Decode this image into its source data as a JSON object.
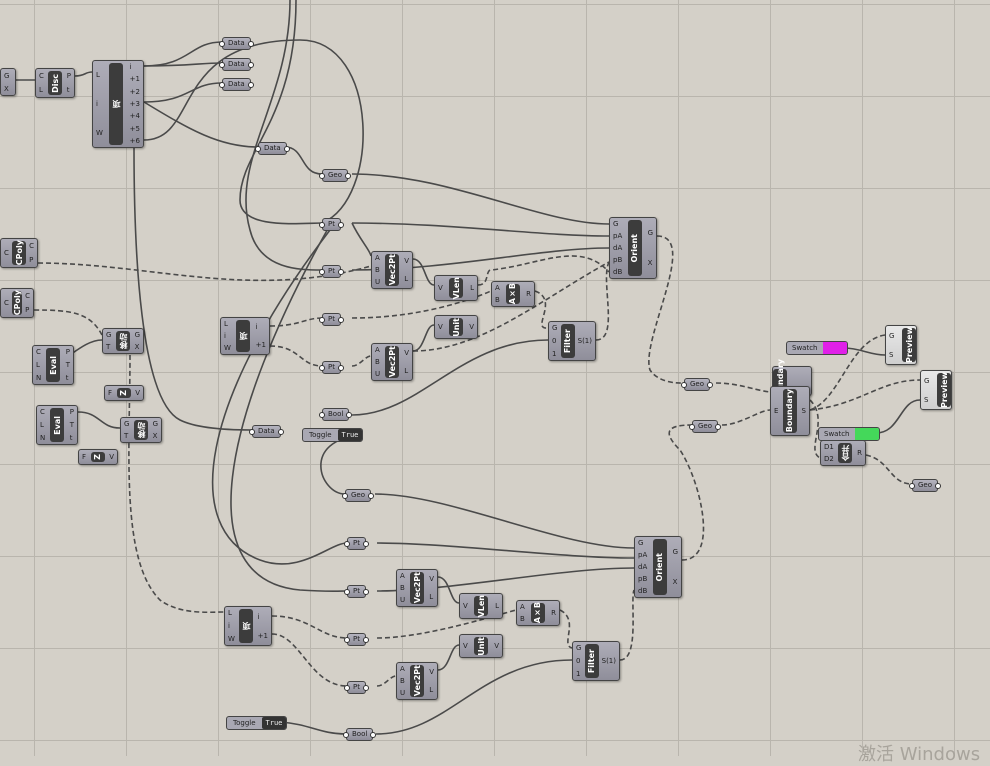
{
  "components": [
    {
      "kind": "comp",
      "label": "",
      "inputs": [],
      "outputs": [
        "G",
        "X"
      ]
    },
    {
      "kind": "comp",
      "label": "Disc",
      "inputs": [
        "C",
        "L"
      ],
      "outputs": [
        "P",
        "t"
      ]
    },
    {
      "kind": "comp",
      "label": "项",
      "inputs": [
        "L",
        "i",
        "W"
      ],
      "outputs": [
        "i",
        "+1",
        "+2",
        "+3",
        "+4",
        "+5",
        "+6"
      ]
    },
    {
      "kind": "comp",
      "label": "CPoly",
      "inputs": [
        "C"
      ],
      "outputs": [
        "C",
        "P"
      ]
    },
    {
      "kind": "comp",
      "label": "CPoly",
      "inputs": [
        "C"
      ],
      "outputs": [
        "C",
        "P"
      ]
    },
    {
      "kind": "comp",
      "label": "Eval",
      "inputs": [
        "C",
        "L",
        "N"
      ],
      "outputs": [
        "P",
        "T",
        "t"
      ]
    },
    {
      "kind": "comp",
      "label": "Eval",
      "inputs": [
        "C",
        "L",
        "N"
      ],
      "outputs": [
        "P",
        "T",
        "t"
      ]
    },
    {
      "kind": "comp",
      "label": "移动",
      "inputs": [
        "G",
        "T"
      ],
      "outputs": [
        "G",
        "X"
      ]
    },
    {
      "kind": "comp",
      "label": "移动",
      "inputs": [
        "G",
        "T"
      ],
      "outputs": [
        "G",
        "X"
      ]
    },
    {
      "kind": "comp",
      "label": "Z",
      "inputs": [
        "F"
      ],
      "outputs": [
        "V"
      ]
    },
    {
      "kind": "comp",
      "label": "Z",
      "inputs": [
        "F"
      ],
      "outputs": [
        "V"
      ]
    },
    {
      "kind": "comp",
      "label": "项",
      "inputs": [
        "L",
        "i",
        "W"
      ],
      "outputs": [
        "i",
        "+1"
      ]
    },
    {
      "kind": "comp",
      "label": "Vec2Pt",
      "inputs": [
        "A",
        "B",
        "U"
      ],
      "outputs": [
        "V",
        "L"
      ]
    },
    {
      "kind": "comp",
      "label": "Vec2Pt",
      "inputs": [
        "A",
        "B",
        "U"
      ],
      "outputs": [
        "V",
        "L"
      ]
    },
    {
      "kind": "comp",
      "label": "VLen",
      "inputs": [
        "V"
      ],
      "outputs": [
        "L"
      ]
    },
    {
      "kind": "comp",
      "label": "Unit",
      "inputs": [
        "V"
      ],
      "outputs": [
        "V"
      ]
    },
    {
      "kind": "comp",
      "label": "A×B",
      "inputs": [
        "A",
        "B"
      ],
      "outputs": [
        "R"
      ]
    },
    {
      "kind": "comp",
      "label": "Filter",
      "inputs": [
        "G",
        "0",
        "1"
      ],
      "outputs": [
        "S(1)"
      ]
    },
    {
      "kind": "comp",
      "label": "Orient",
      "inputs": [
        "G",
        "pA",
        "dA",
        "pB",
        "dB"
      ],
      "outputs": [
        "G",
        "X"
      ]
    },
    {
      "kind": "comp",
      "label": "Orient",
      "inputs": [
        "G",
        "pA",
        "dA",
        "pB",
        "dB"
      ],
      "outputs": [
        "G",
        "X"
      ]
    },
    {
      "kind": "comp",
      "label": "Vec2Pt",
      "inputs": [
        "A",
        "B",
        "U"
      ],
      "outputs": [
        "V",
        "L"
      ]
    },
    {
      "kind": "comp",
      "label": "Vec2Pt",
      "inputs": [
        "A",
        "B",
        "U"
      ],
      "outputs": [
        "V",
        "L"
      ]
    },
    {
      "kind": "comp",
      "label": "VLen",
      "inputs": [
        "V"
      ],
      "outputs": [
        "L"
      ]
    },
    {
      "kind": "comp",
      "label": "Unit",
      "inputs": [
        "V"
      ],
      "outputs": [
        "V"
      ]
    },
    {
      "kind": "comp",
      "label": "A×B",
      "inputs": [
        "A",
        "B"
      ],
      "outputs": [
        "R"
      ]
    },
    {
      "kind": "comp",
      "label": "Filter",
      "inputs": [
        "G",
        "0",
        "1"
      ],
      "outputs": [
        "S(1)"
      ]
    },
    {
      "kind": "comp",
      "label": "项",
      "inputs": [
        "L",
        "i",
        "W"
      ],
      "outputs": [
        "i",
        "+1"
      ]
    },
    {
      "kind": "comp",
      "label": "Boundary",
      "inputs": [],
      "outputs": []
    },
    {
      "kind": "comp",
      "label": "Boundary",
      "inputs": [
        "E"
      ],
      "outputs": [
        "S"
      ]
    },
    {
      "kind": "comp",
      "label": "Preview",
      "inputs": [
        "G",
        "S"
      ],
      "outputs": []
    },
    {
      "kind": "comp",
      "label": "Preview",
      "inputs": [
        "G",
        "S"
      ],
      "outputs": []
    },
    {
      "kind": "comp",
      "label": "合并",
      "inputs": [
        "D1",
        "D2"
      ],
      "outputs": [
        "R"
      ]
    }
  ],
  "params": [
    "Data",
    "Data",
    "Data",
    "Data",
    "Geo",
    "Pt",
    "Pt",
    "Pt",
    "Pt",
    "Bool",
    "Data",
    "Geo",
    "Pt",
    "Pt",
    "Pt",
    "Pt",
    "Bool",
    "Geo",
    "Geo",
    "Geo"
  ],
  "toggles": [
    {
      "label": "Toggle",
      "value": "True"
    },
    {
      "label": "Toggle",
      "value": "True"
    }
  ],
  "swatches": [
    {
      "label": "Swatch",
      "color": "#e020e8"
    },
    {
      "label": "Swatch",
      "color": "#44d85a"
    }
  ],
  "watermark": "激活 Windows"
}
